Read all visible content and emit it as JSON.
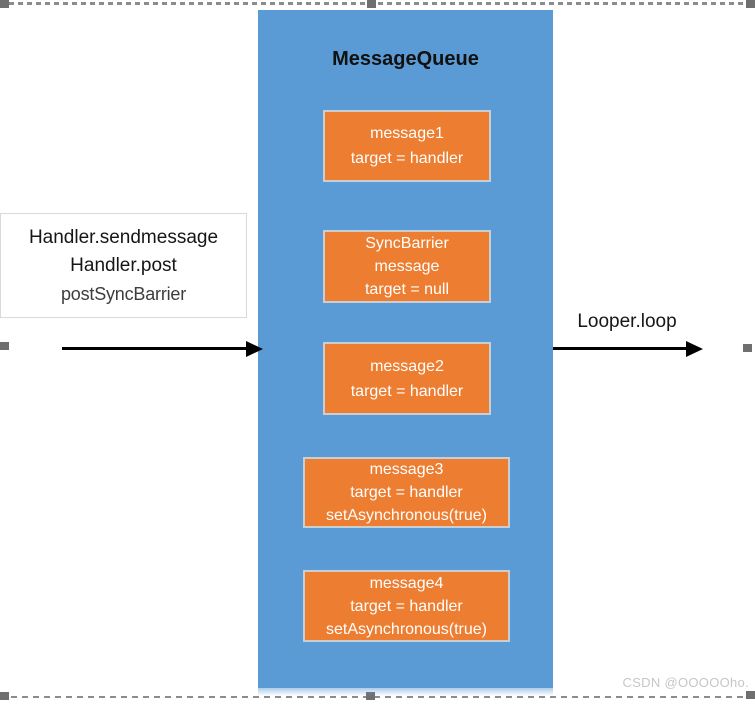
{
  "queue": {
    "title": "MessageQueue",
    "messages": [
      {
        "lines": [
          "message1",
          "target = handler"
        ]
      },
      {
        "lines": [
          "SyncBarrier",
          "message",
          "target = null"
        ]
      },
      {
        "lines": [
          "message2",
          "target = handler"
        ]
      },
      {
        "lines": [
          "message3",
          "target = handler",
          "setAsynchronous(true)"
        ]
      },
      {
        "lines": [
          "message4",
          "target = handler",
          "setAsynchronous(true)"
        ]
      }
    ]
  },
  "producer": {
    "lines": [
      "Handler.sendmessage",
      "Handler.post",
      "postSyncBarrier"
    ]
  },
  "consumer": {
    "label": "Looper.loop"
  },
  "watermark": "CSDN @OOOOOho.",
  "colors": {
    "queue_fill": "#5b9bd5",
    "message_fill": "#ed7d31",
    "message_border": "#c9ced3",
    "message_text": "#ffffff",
    "box_border": "#d9d9d9",
    "arrow": "#000000",
    "title_text": "#111111",
    "watermark_text": "#c6c6c6",
    "handle": "#6f6f6f",
    "dash": "#8c8c8c"
  }
}
